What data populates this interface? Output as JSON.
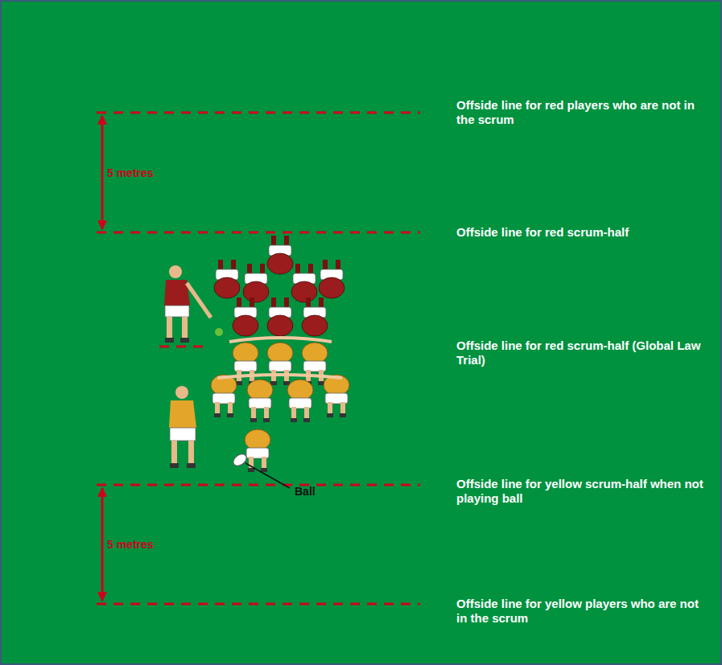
{
  "diagram": {
    "labels": [
      "Offside line for red players who are not in the scrum",
      "5 metres",
      "Offside line for red scrum-half",
      "Offside line for red scrum-half (Global Law Trial)",
      "Offside line for yellow scrum-half when not playing ball",
      "Ball",
      "5 metres",
      "Offside line for yellow players who are not in the scrum"
    ]
  }
}
